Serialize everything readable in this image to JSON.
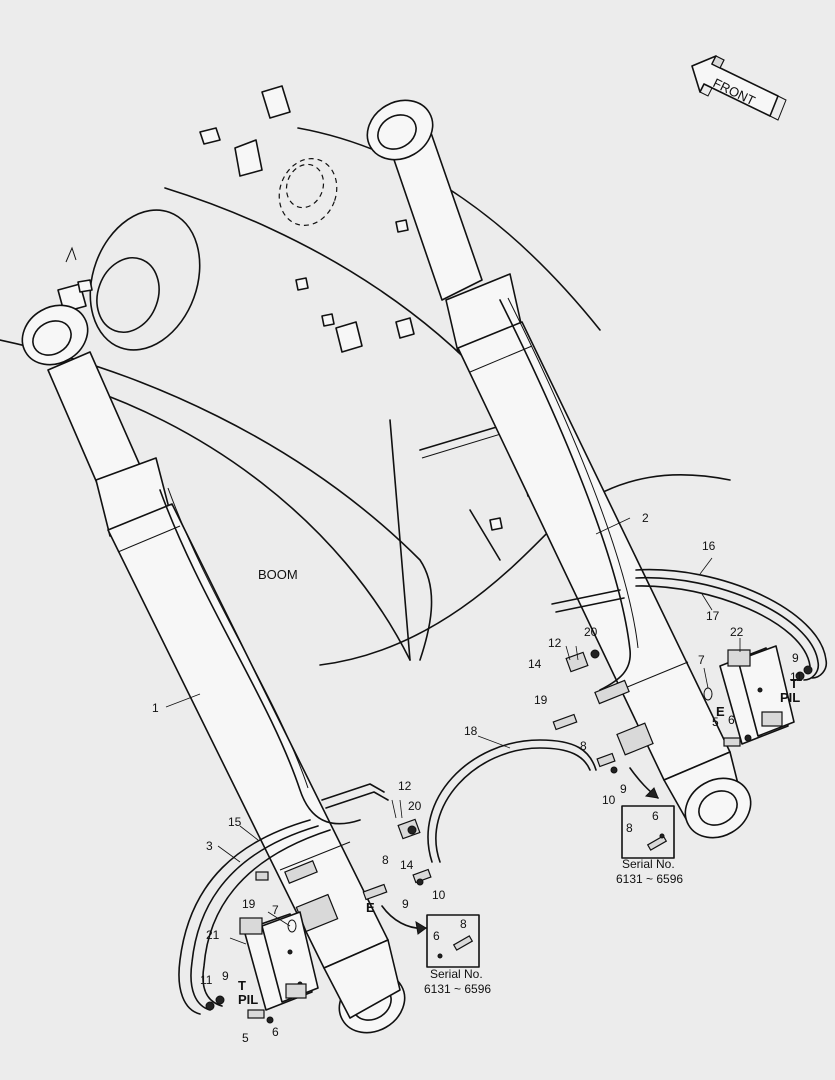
{
  "direction": {
    "label": "FRONT"
  },
  "component_label": "BOOM",
  "part_numbers": {
    "p1": "1",
    "p2": "2",
    "p3": "3",
    "p5a": "5",
    "p5b": "5",
    "p6a": "6",
    "p6b": "6",
    "p6c": "6",
    "p6d": "6",
    "p7a": "7",
    "p7b": "7",
    "p8a": "8",
    "p8b": "8",
    "p8c": "8",
    "p8d": "8",
    "p9a": "9",
    "p9b": "9",
    "p9c": "9",
    "p9d": "9",
    "p10a": "10",
    "p10b": "10",
    "p11a": "11",
    "p11b": "11",
    "p12a": "12",
    "p12b": "12",
    "p14a": "14",
    "p14b": "14",
    "p15": "15",
    "p16": "16",
    "p17": "17",
    "p18": "18",
    "p19a": "19",
    "p19b": "19",
    "p20a": "20",
    "p20b": "20",
    "p21": "21",
    "p22": "22"
  },
  "port_labels": {
    "t_left": "T",
    "pil_left": "PIL",
    "t_right": "T",
    "pil_right": "PIL",
    "e_left": "E",
    "e_right": "E"
  },
  "detail_boxes": [
    {
      "serial_title": "Serial No.",
      "serial_range": "6131 ~ 6596"
    },
    {
      "serial_title": "Serial No.",
      "serial_range": "6131 ~ 6596"
    }
  ]
}
